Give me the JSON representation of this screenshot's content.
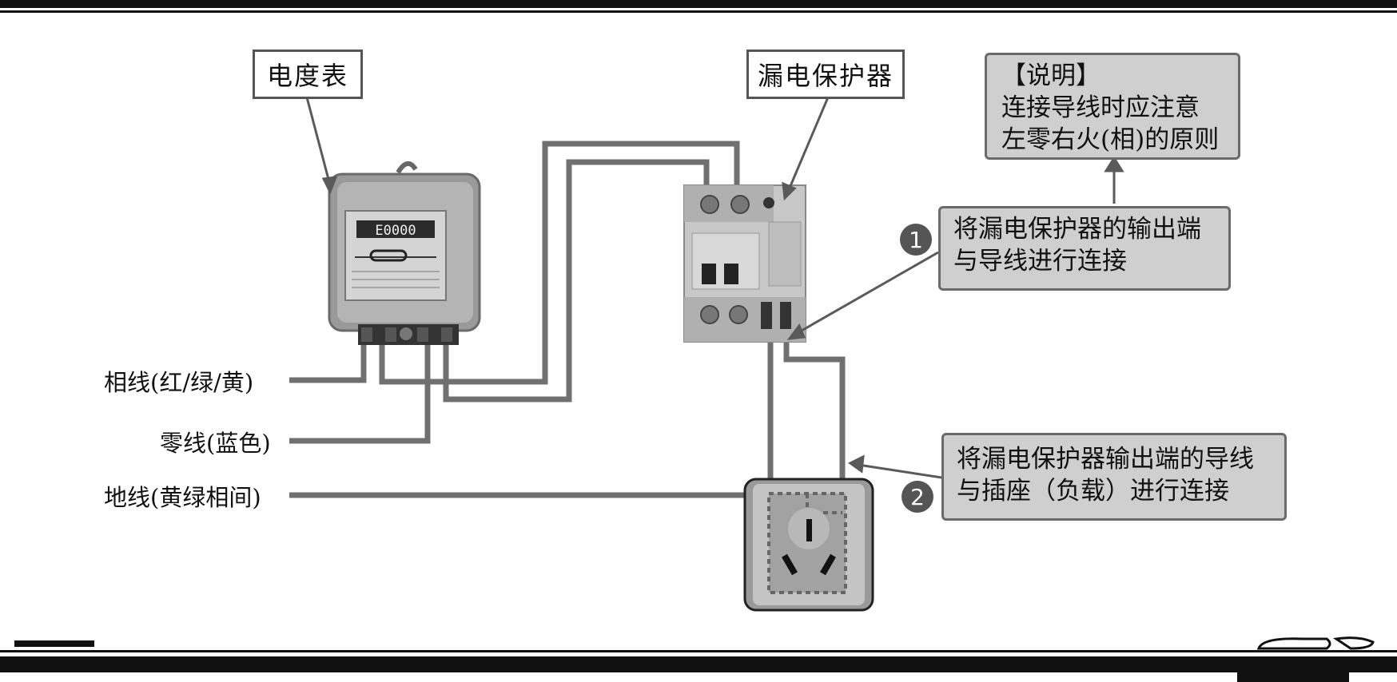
{
  "labels": {
    "meter": "电度表",
    "protector": "漏电保护器"
  },
  "note": {
    "lines": [
      "【说明】",
      "连接导线时应注意",
      "左零右火(相)的原则"
    ]
  },
  "steps": [
    {
      "number": "1",
      "lines": [
        "将漏电保护器的输出端",
        "与导线进行连接"
      ]
    },
    {
      "number": "2",
      "lines": [
        "将漏电保护器输出端的导线",
        "与插座（负载）进行连接"
      ]
    }
  ],
  "wires": {
    "phase": "相线(红/绿/黄)",
    "neutral": "零线(蓝色)",
    "ground": "地线(黄绿相间)"
  },
  "meter_face": {
    "reading": "E0000"
  },
  "colors": {
    "wire": "#707070",
    "note_bg": "#cfcfcf",
    "border": "#555555"
  }
}
